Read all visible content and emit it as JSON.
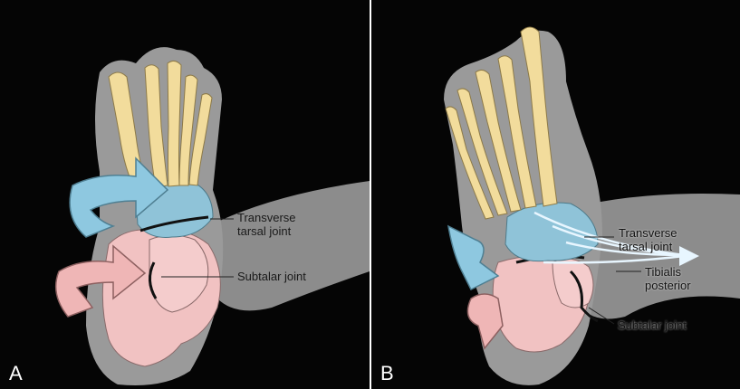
{
  "figure": {
    "panel_a": {
      "letter": "A",
      "labels": {
        "transverse_line1": "Transverse",
        "transverse_line2": "tarsal joint",
        "subtalar": "Subtalar joint"
      }
    },
    "panel_b": {
      "letter": "B",
      "labels": {
        "transverse_line1": "Transverse",
        "transverse_line2": "tarsal joint",
        "tibialis_line1": "Tibialis",
        "tibialis_line2": "posterior",
        "subtalar": "Subtalar joint"
      }
    }
  },
  "colors": {
    "background": "#050505",
    "skin": "#9a9a9a",
    "phalanges_metatarsals": "#f2dc9c",
    "midfoot_bones": "#8fc3d8",
    "hindfoot_bones": "#f1c2c2",
    "arrow_blue": "#8ec8e0",
    "arrow_pink": "#efb6b6",
    "tendon": "#e8f6ff"
  }
}
